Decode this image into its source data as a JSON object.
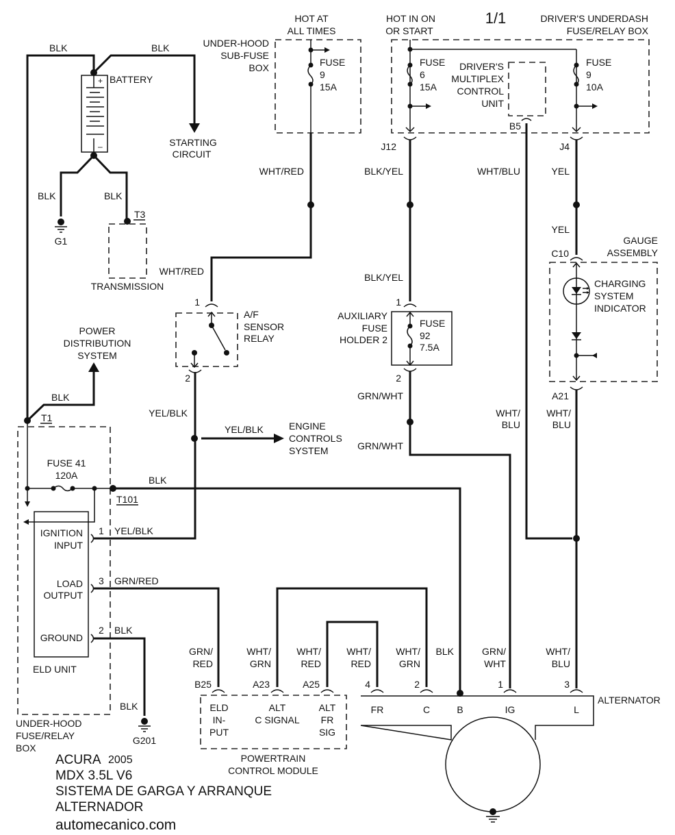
{
  "page_number": "1/1",
  "components": {
    "battery": "BATTERY",
    "starting_circuit": [
      "STARTING",
      "CIRCUIT"
    ],
    "transmission": "TRANSMISSION",
    "power_distribution": [
      "POWER",
      "DISTRIBUTION",
      "SYSTEM"
    ],
    "hot_at_all_times": [
      "HOT AT",
      "ALL TIMES"
    ],
    "underhood_subfuse": [
      "UNDER-HOOD",
      "SUB-FUSE",
      "BOX"
    ],
    "subfuse_fuse": [
      "FUSE",
      "9",
      "15A"
    ],
    "hot_in_on": [
      "HOT IN ON",
      "OR START"
    ],
    "drivers_box": [
      "DRIVER'S UNDERDASH",
      "FUSE/RELAY BOX"
    ],
    "fuse6": [
      "FUSE",
      "6",
      "15A"
    ],
    "fuse9b": [
      "FUSE",
      "9",
      "10A"
    ],
    "mpcu": [
      "DRIVER'S",
      "MULTIPLEX",
      "CONTROL",
      "UNIT"
    ],
    "af_relay": [
      "A/F",
      "SENSOR",
      "RELAY"
    ],
    "aux_fuse_holder": [
      "AUXILIARY",
      "FUSE",
      "HOLDER 2"
    ],
    "fuse92": [
      "FUSE",
      "92",
      "7.5A"
    ],
    "gauge_assembly": [
      "GAUGE",
      "ASSEMBLY"
    ],
    "charging_indicator": [
      "CHARGING",
      "SYSTEM",
      "INDICATOR"
    ],
    "engine_controls": [
      "ENGINE",
      "CONTROLS",
      "SYSTEM"
    ],
    "fuse41": [
      "FUSE 41",
      "120A"
    ],
    "eld_pins": [
      "IGNITION",
      "INPUT",
      "LOAD",
      "OUTPUT",
      "GROUND"
    ],
    "eld_unit": "ELD UNIT",
    "underhood_box": [
      "UNDER-HOOD",
      "FUSE/RELAY",
      "BOX"
    ],
    "pcm_pins": [
      "ELD",
      "IN-",
      "PUT",
      "ALT",
      "C SIGNAL",
      "ALT",
      "FR",
      "SIG"
    ],
    "pcm": [
      "POWERTRAIN",
      "CONTROL MODULE"
    ],
    "alternator": "ALTERNATOR",
    "alt_pins": [
      "FR",
      "C",
      "B",
      "IG",
      "L"
    ]
  },
  "connectors": {
    "G1": "G1",
    "T3": "T3",
    "T1": "T1",
    "T101": "T101",
    "G201": "G201",
    "J12": "J12",
    "B5": "B5",
    "J4": "J4",
    "C10": "C10",
    "A21": "A21",
    "B25": "B25",
    "A23": "A23",
    "A25": "A25",
    "relay_1": "1",
    "relay_2": "2",
    "aux_1": "1",
    "aux_2": "2",
    "eld_1": "1",
    "eld_3": "3",
    "eld_2": "2",
    "alt_4": "4",
    "alt_2": "2",
    "alt_1": "1",
    "alt_3": "3"
  },
  "wires": {
    "blk": "BLK",
    "wht_red": "WHT/RED",
    "blk_yel": "BLK/YEL",
    "wht_blu": "WHT/BLU",
    "yel": "YEL",
    "yel_blk": "YEL/BLK",
    "grn_wht": "GRN/WHT",
    "grn_red": "GRN/RED",
    "split": {
      "wht": "WHT/",
      "blu": "BLU",
      "grn": "GRN/",
      "red": "RED",
      "wht2": "WHT",
      "grn2": "GRN"
    }
  },
  "caption": {
    "make": "ACURA",
    "year": "2005",
    "model": "MDX 3.5L V6",
    "system": "SISTEMA DE GARGA Y ARRANQUE",
    "component": "ALTERNADOR",
    "site": "automecanico.com"
  }
}
